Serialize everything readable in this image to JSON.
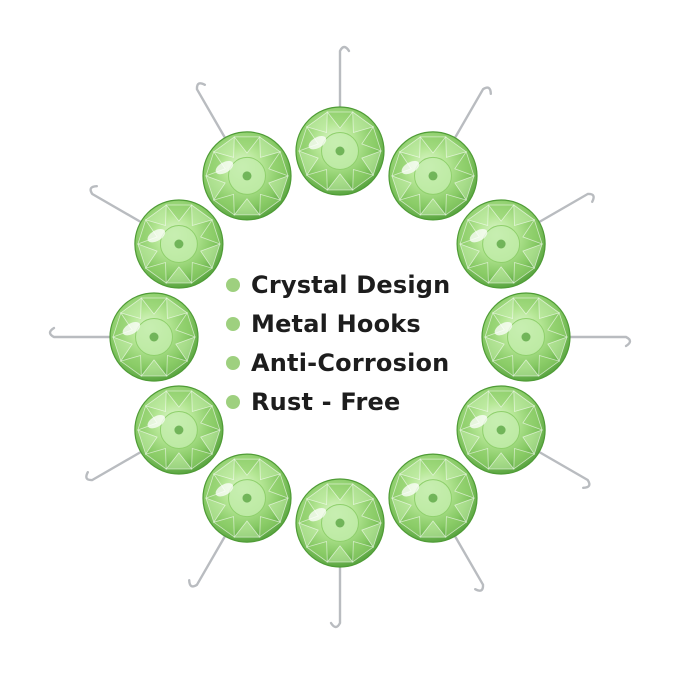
{
  "features": [
    {
      "label": "Crystal Design"
    },
    {
      "label": "Metal Hooks"
    },
    {
      "label": "Anti-Corrosion"
    },
    {
      "label": "Rust - Free"
    }
  ],
  "colors": {
    "background": "#ffffff",
    "bullet": "#9ed07f",
    "text": "#1d1d1d",
    "gem_light": "#c2ecaa",
    "gem_mid": "#8fd06c",
    "gem_dark": "#4f9c36",
    "metal": "#b9bcc0"
  },
  "icons": {
    "bullet": "circle-bullet-icon",
    "hook": "crystal-shower-hook-icon"
  }
}
